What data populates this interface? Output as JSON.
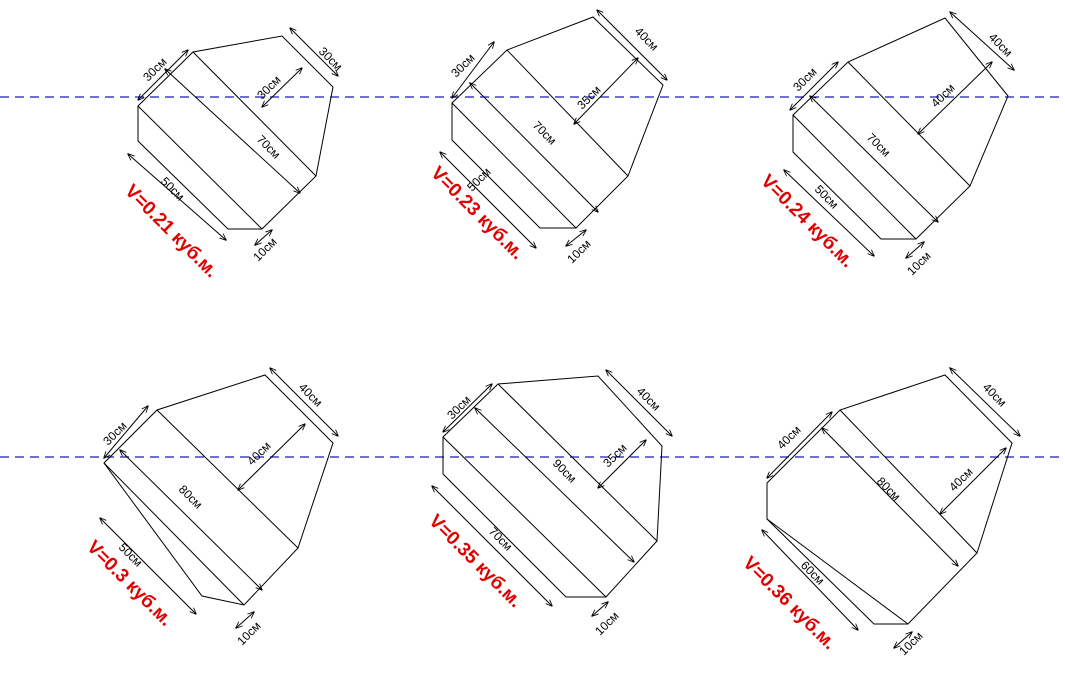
{
  "colors": {
    "volume_text": "#e00000",
    "waterline": "#1a1ab0",
    "lines": "#000000"
  },
  "shapes": [
    {
      "volume": "V=0.21 куб.м.",
      "dims": {
        "top_left": "30см",
        "top_right": "30см",
        "depth": "30см",
        "length": "70см",
        "bottom": "50см",
        "base": "10см"
      }
    },
    {
      "volume": "V=0.23 куб.м.",
      "dims": {
        "top_left": "30см",
        "top_right": "40см",
        "depth": "35см",
        "length": "70см",
        "bottom": "50см",
        "base": "10см"
      }
    },
    {
      "volume": "V=0.24 куб.м.",
      "dims": {
        "top_left": "30см",
        "top_right": "40см",
        "depth": "40см",
        "length": "70см",
        "bottom": "50см",
        "base": "10см"
      }
    },
    {
      "volume": "V=0.3 куб.м.",
      "dims": {
        "top_left": "30см",
        "top_right": "40см",
        "depth": "40см",
        "length": "80см",
        "bottom": "50см",
        "base": "10см"
      }
    },
    {
      "volume": "V=0.35 куб.м.",
      "dims": {
        "top_left": "30см",
        "top_right": "40см",
        "depth": "35см",
        "length": "90см",
        "bottom": "70см",
        "base": "10см"
      }
    },
    {
      "volume": "V=0.36 куб.м.",
      "dims": {
        "top_left": "40см",
        "top_right": "40см",
        "depth": "40см",
        "length": "80см",
        "bottom": "60см",
        "base": "10см"
      }
    }
  ]
}
